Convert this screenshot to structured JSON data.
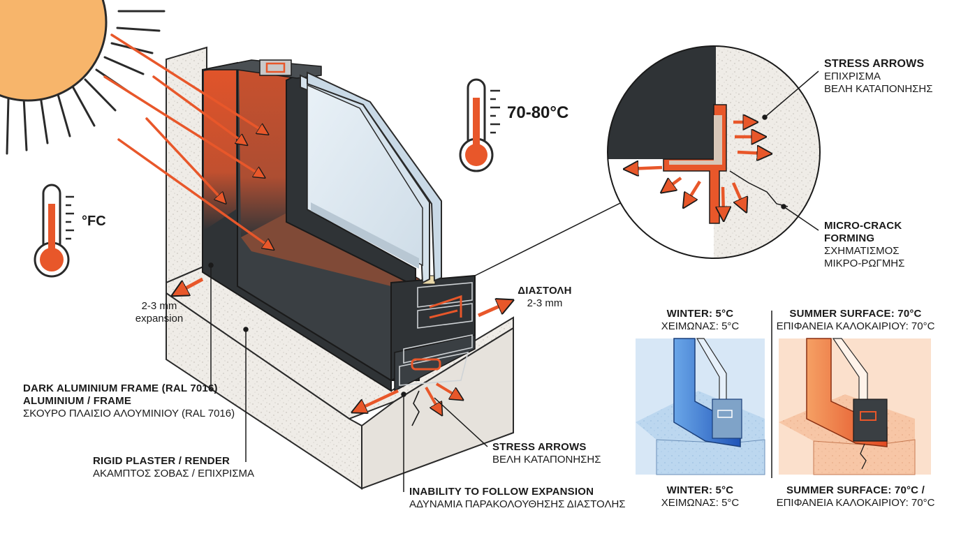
{
  "colors": {
    "frame": "#2f3336",
    "heat": "#e8572a",
    "plaster": "#ece9e4",
    "sun": "#f7b56b",
    "winter": "#3d7fd6",
    "summer": "#f07a3a"
  },
  "icons": [
    "sun-icon",
    "thermometer-icon"
  ],
  "thermometer_large": {
    "reading": "70-80°C"
  },
  "thermometer_small": {
    "reading": "°FC"
  },
  "left_expansion": {
    "line1": "2-3 mm",
    "line2": "expansion"
  },
  "right_expansion": {
    "line1": "ΔΙΑΣΤΟΛΗ",
    "line2": "2-3 mm"
  },
  "frame_label": {
    "line1": "DARK ALUMINIUM FRAME (RAL 7016)",
    "line2": "ALUMINIUM / FRAME",
    "line3": "ΣΚΟΥΡΟ ΠΛΑΙΣΙΟ ΑΛΟΥΜΙΝΙΟΥ (RAL 7016)"
  },
  "plaster_label": {
    "line1": "RIGID PLASTER / RENDER",
    "line2": "ΑΚΑΜΠΤΟΣ ΣΟΒΑΣ / ΕΠΙΧΡΙΣΜΑ"
  },
  "inability_label": {
    "line1": "INABILITY TO FOLLOW EXPANSION",
    "line2": "ΑΔΥΝΑΜΙΑ ΠΑΡΑΚΟΛΟΥΘΗΣΗΣ ΔΙΑΣΤΟΛΗΣ"
  },
  "stress_bottom_label": {
    "line1": "STRESS ARROWS",
    "line2": "ΒΕΛΗ ΚΑΤΑΠΟΝΗΣΗΣ"
  },
  "stress_top_label": {
    "line1": "STRESS ARROWS",
    "line2": "ΕΠΙΧΡΙΣΜΑ",
    "line3": "ΒΕΛΗ ΚΑΤΑΠΟΝΗΣΗΣ"
  },
  "microcrack_label": {
    "line1": "MICRO-CRACK",
    "line2": "FORMING",
    "line3": "ΣΧΗΜΑΤΙΣΜΟΣ",
    "line4": "ΜΙΚΡΟ-ΡΩΓΜΗΣ"
  },
  "winter_panel": {
    "top_title": "WINTER: 5°C",
    "top_sub": "ΧΕΙΜΩΝΑΣ: 5°C",
    "bottom_title": "WINTER: 5°C",
    "bottom_sub": "ΧΕΙΜΩΝΑΣ: 5°C"
  },
  "summer_panel": {
    "top_title": "SUMMER SURFACE: 70°C",
    "top_sub": "ΕΠΙΦΑΝΕΙΑ ΚΑΛΟΚΑΙΡΙΟΥ: 70°C",
    "bottom_title": "SUMMER SURFACE: 70°C /",
    "bottom_sub": "ΕΠΙΦΑΝΕΙΑ ΚΑΛΟΚΑΙΡΙΟΥ: 70°C"
  }
}
